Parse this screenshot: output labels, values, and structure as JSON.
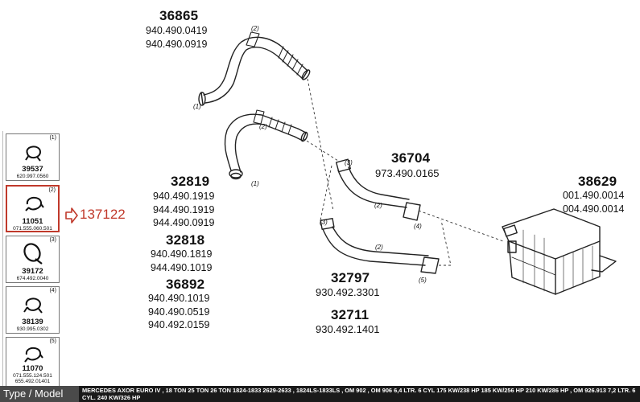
{
  "footer": {
    "label": "Type / Model",
    "text": "MERCEDES AXOR EURO IV , 18 TON 25 TON 26 TON 1824-1833 2629-2633 , 1824LS-1833LS , OM 902 , OM 906 6,4 LTR. 6 CYL 175 KW/238 HP 185 KW/256 HP 210 KW/286 HP , OM 926.913 7,2 LTR. 6 CYL. 240 KW/326 HP"
  },
  "highlight": {
    "code": "137122",
    "color": "#c0392b"
  },
  "sidebar": {
    "cards": [
      {
        "num": "(1)",
        "part": "39537",
        "sub": "620.997.0560",
        "selected": false
      },
      {
        "num": "(2)",
        "part": "11051",
        "sub": "071.555.060.501",
        "selected": true
      },
      {
        "num": "(3)",
        "part": "39172",
        "sub": "674.492.0040",
        "selected": false
      },
      {
        "num": "(4)",
        "part": "38139",
        "sub": "930.995.0302",
        "selected": false
      },
      {
        "num": "(5)",
        "part": "11070",
        "sub": "071.555.124.501",
        "sub2": "655.492.01401",
        "selected": false
      }
    ]
  },
  "groups": {
    "g36865": {
      "part": "36865",
      "codes": [
        "940.490.0419",
        "940.490.0919"
      ]
    },
    "g36704": {
      "part": "36704",
      "code": "973.490.0165"
    },
    "g38629": {
      "part": "38629",
      "codes": [
        "001.490.0014",
        "004.490.0014"
      ]
    },
    "g32819": {
      "part": "32819",
      "codes": [
        "940.490.1919",
        "944.490.1919",
        "944.490.0919"
      ]
    },
    "g32818": {
      "part": "32818",
      "codes": [
        "940.490.1819",
        "944.490.1019"
      ]
    },
    "g36892": {
      "part": "36892",
      "codes": [
        "940.490.1019",
        "940.490.0519",
        "940.492.0159"
      ]
    },
    "g32797": {
      "part": "32797",
      "code": "930.492.3301"
    },
    "g32711": {
      "part": "32711",
      "code": "930.492.1401"
    }
  },
  "callouts": [
    "(1)",
    "(2)",
    "(3)",
    "(4)",
    "(5)"
  ]
}
